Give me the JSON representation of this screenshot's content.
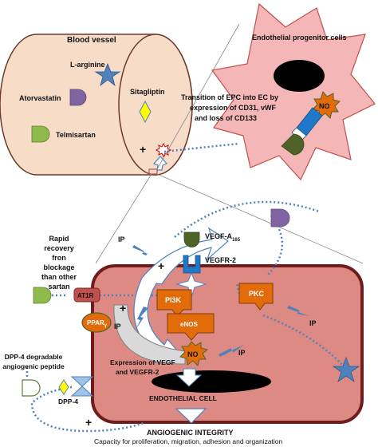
{
  "labels": {
    "blood_vessel": "Blood vessel",
    "l_arginine": "L-arginine",
    "atorvastatin": "Atorvastatin",
    "telmisartan": "Telmisartan",
    "sitagliptin": "Sitagliptin",
    "plus": "+",
    "epc": "Endothelial progenitor cells",
    "transition": [
      "Transition of EPC into EC by",
      "expression of CD31, vWF",
      "and loss of CD133"
    ],
    "no": "NO",
    "ip": "IP",
    "vegf_a": "VEGF-A",
    "vegf_a_sub": "165",
    "vegfr2": "VEGFR-2",
    "rapid": [
      "Rapid",
      "recovery",
      "fron",
      "blockage",
      "than other",
      "sartan"
    ],
    "at1r": "AT1R",
    "pi3k": "PI3K",
    "pkc": "PKC",
    "ppar": "PPAR",
    "ppar_suffix": "γ",
    "enos": "eNOS",
    "expression": [
      "Expression of VEGF",
      "and VEGFR-2"
    ],
    "dpp4_peptide": [
      "DPP-4 degradable",
      "angiogenic peptide"
    ],
    "dpp4": "DPP-4",
    "endothelial_cell": "ENDOTHELIAL CELL",
    "angiogenic_integrity": "ANGIOGENIC INTEGRITY",
    "capacity": "Capacity for proliferation, migration, adhesion and organization"
  },
  "colors": {
    "vessel_fill": "#f7dcc8",
    "star_fill": "#f4b6b6",
    "cell_fill": "#dd8a84",
    "cell_border": "#6e1c1c",
    "orange": "#e36c0a",
    "blue": "#4f81bd",
    "green": "#8fbb4d",
    "dark_green": "#4f6228",
    "purple": "#8064a2",
    "yellow": "#ffff00",
    "at1r": "#c0504d"
  }
}
